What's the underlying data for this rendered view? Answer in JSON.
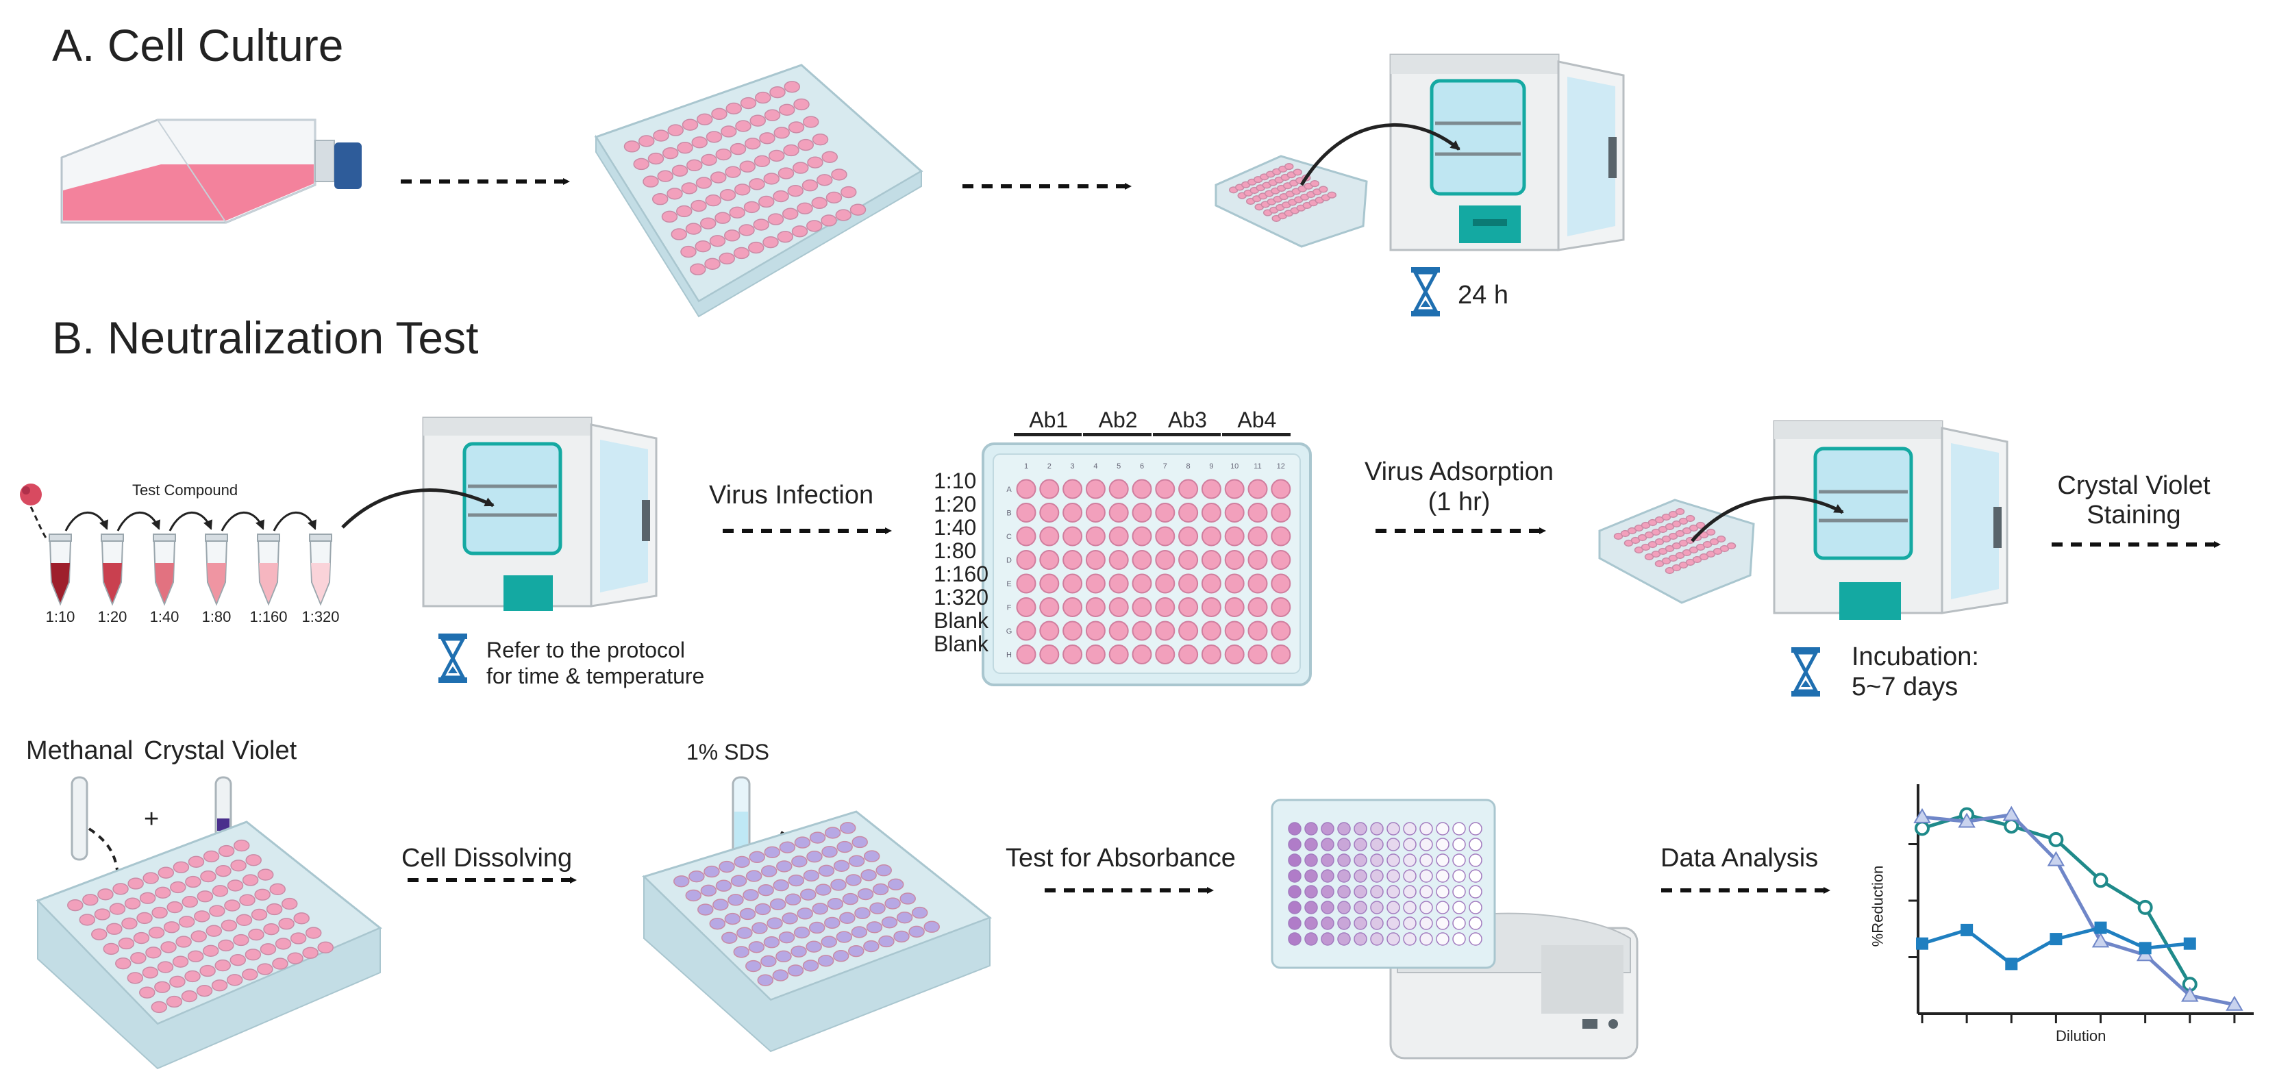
{
  "sections": {
    "a_title": "A. Cell Culture",
    "b_title": "B. Neutralization Test"
  },
  "cell_culture": {
    "incubation_time": "24 h"
  },
  "neutralization": {
    "test_compound_label": "Test Compound",
    "tube_dilutions": [
      "1:10",
      "1:20",
      "1:40",
      "1:80",
      "1:160",
      "1:320"
    ],
    "protocol_note_line1": "Refer to the protocol",
    "protocol_note_line2": "for time & temperature",
    "virus_infection_label": "Virus Infection",
    "antibody_groups": [
      "Ab1",
      "Ab2",
      "Ab3",
      "Ab4"
    ],
    "row_labels": [
      "1:10",
      "1:20",
      "1:40",
      "1:80",
      "1:160",
      "1:320",
      "Blank",
      "Blank"
    ],
    "plate_row_letters": [
      "A",
      "B",
      "C",
      "D",
      "E",
      "F",
      "G",
      "H"
    ],
    "plate_col_numbers": [
      "1",
      "2",
      "3",
      "4",
      "5",
      "6",
      "7",
      "8",
      "9",
      "10",
      "11",
      "12"
    ],
    "virus_adsorption_line1": "Virus Adsorption",
    "virus_adsorption_line2": "(1 hr)",
    "incubation_line1": "Incubation:",
    "incubation_line2": "5~7 days",
    "crystal_violet_staining_line1": "Crystal Violet",
    "crystal_violet_staining_line2": "Staining"
  },
  "readout": {
    "methanal_label": "Methanal",
    "crystal_violet_label": "Crystal Violet",
    "plus_sign": "+",
    "cell_dissolving_label": "Cell Dissolving",
    "sds_label": "1% SDS",
    "absorbance_label": "Test for Absorbance",
    "data_analysis_label": "Data Analysis"
  },
  "colors": {
    "pink_well": "#f2a0bc",
    "purple_well": "#b7a8e4",
    "plate_body": "#dcecf0",
    "incubator_window": "#bfe6f2",
    "teal_accent": "#14a9a2",
    "hourglass_blue": "#1f6fb0",
    "series_teal": "#1f8a8a",
    "series_blue": "#1f7fc0",
    "series_lavender": "#6f86c8"
  },
  "chart_data": {
    "type": "line",
    "xlabel": "Dilution",
    "ylabel": "%Reduction",
    "x": [
      1,
      2,
      3,
      4,
      5,
      6,
      7,
      8
    ],
    "ylim": [
      0,
      100
    ],
    "series": [
      {
        "marker": "circle-open",
        "color": "#1f8a8a",
        "values": [
          82,
          88,
          83,
          77,
          59,
          47,
          13,
          null
        ]
      },
      {
        "marker": "triangle",
        "color": "#6f86c8",
        "values": [
          87,
          85,
          88,
          68,
          32,
          26,
          8,
          4
        ]
      },
      {
        "marker": "square",
        "color": "#1f7fc0",
        "values": [
          31,
          37,
          22,
          33,
          38,
          29,
          31,
          null
        ]
      }
    ]
  }
}
